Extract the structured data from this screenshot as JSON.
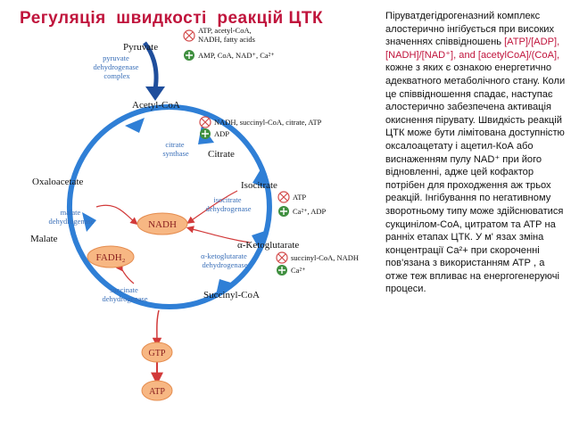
{
  "title": "Регуляція  швидкості  реакцій ЦТК",
  "description": {
    "intro": "Піруватдегідрогеназний комплекс алостерично інгібується при високих значеннях співвідношень",
    "ratios": "[ATP]/[ADP], [NADH]/[NAD⁺], and [acetylCoA]/(CoA],",
    "rest": "кожне з яких є ознакою енергетично адекватного метаболічного стану. Коли це співвідношення спадає, наступає алостерично забезпечена активація окиснення пірувату. Швидкість реакцій ЦТК може бути лімітована доступністю оксалоацетату і ацетил-КоА або виснаженням пулу  NAD⁺ при його відновленні, адже цей кофактор потрібен для проходження аж трьох реакцій.  Інгібування по негативному зворотньому типу може здійснюватися сукцинілом-СоА, цитратом та АТР на ранніх етапах ЦТК. У м' язах зміна концентрації Са²+ при скороченні пов'язана з використанням АТР , а отже теж впливає на енергогенеруючі процеси."
  },
  "diagram": {
    "metabolites": {
      "pyruvate": "Pyruvate",
      "acetyl_coa": "Acetyl-CoA",
      "citrate": "Citrate",
      "isocitrate": "Isocitrate",
      "ketoglutarate": "α-Ketoglutarate",
      "succinyl_coa": "Succinyl-CoA",
      "oxaloacetate": "Oxaloacetate",
      "malate": "Malate"
    },
    "enzymes": {
      "pdh_line1": "pyruvate",
      "pdh_line2": "dehydrogenase",
      "pdh_line3": "complex",
      "cs_line1": "citrate",
      "cs_line2": "synthase",
      "idh_line1": "isocitrate",
      "idh_line2": "dehydrogenase",
      "kgdh_line1": "α-ketoglutarate",
      "kgdh_line2": "dehydrogenase",
      "scs_line1": "succinate",
      "scs_line2": "dehydrogenase",
      "mdh_line1": "malate",
      "mdh_line2": "dehydrogenase"
    },
    "regulators": {
      "pdh_inhibitors_line1": "ATP, acetyl-CoA,",
      "pdh_inhibitors_line2": "NADH, fatty acids",
      "pdh_activators": "AMP, CoA, NAD⁺, Ca²⁺",
      "cs_inhibitors": "NADH, succinyl-CoA, citrate, ATP",
      "cs_activators": "ADP",
      "idh_inhibitors": "ATP",
      "idh_activators": "Ca²⁺, ADP",
      "kgdh_inhibitors": "succinyl-CoA, NADH",
      "kgdh_activators": "Ca²⁺"
    },
    "cofactors": {
      "nadh": "NADH",
      "fadh2": "FADH₂",
      "gtp": "GTP",
      "atp": "ATP"
    },
    "colors": {
      "cycle_arrow": "#2f7fd6",
      "pdh_arrow": "#1f4e9c",
      "red_arrow": "#d23a3a",
      "cofactor_fill": "#f7b783",
      "activator": "#3f8f3f",
      "inhibitor": "#d24a4a",
      "title": "#c0143c"
    }
  }
}
